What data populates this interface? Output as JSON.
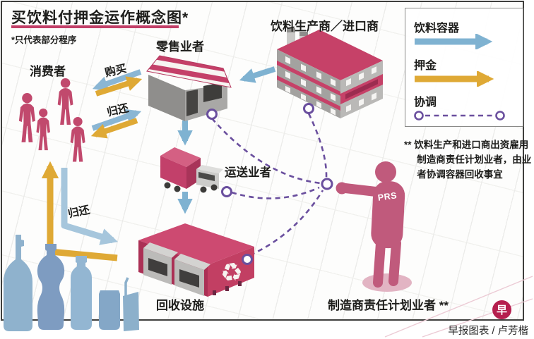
{
  "title": "买饮料付押金运作概念图*",
  "subtitle": "*只代表部分程序",
  "legend": {
    "container": "饮料容器",
    "deposit": "押金",
    "coordination": "协调"
  },
  "nodes": {
    "consumers": "消费者",
    "retailer": "零售业者",
    "producer": "饮料生产商／进口商",
    "transporter": "运送业者",
    "recycling_facility": "回收设施",
    "prs_operator": "制造商责任计划业者 **",
    "prs_badge": "PRS"
  },
  "flow_labels": {
    "buy": "购买",
    "return_to_retailer": "归还",
    "return_to_recycling": "归还"
  },
  "icons": {
    "recycle_symbol": "♻"
  },
  "footnote": "** 饮料生产和进口商出资雇用制造商责任计划业者，由业者协调容器回收事宜",
  "credit": {
    "logo_glyph": "早",
    "byline": "早报图表 / 卢芳楷"
  },
  "colors": {
    "crimson": "#c2406a",
    "container_blue": "#7fb2d1",
    "container_blue_light": "#a6c6dc",
    "deposit_gold": "#dfa935",
    "coordination_purple": "#6a4f9e",
    "frame": "#3f3f3d"
  }
}
